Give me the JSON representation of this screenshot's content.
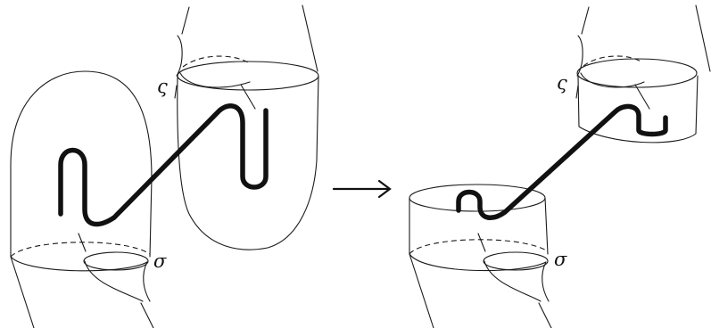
{
  "labels": {
    "left_top": "ς",
    "left_bottom": "σ",
    "right_top": "ς",
    "right_bottom": "σ"
  },
  "colors": {
    "stroke": "#1a1a1a",
    "background": "#ffffff"
  }
}
